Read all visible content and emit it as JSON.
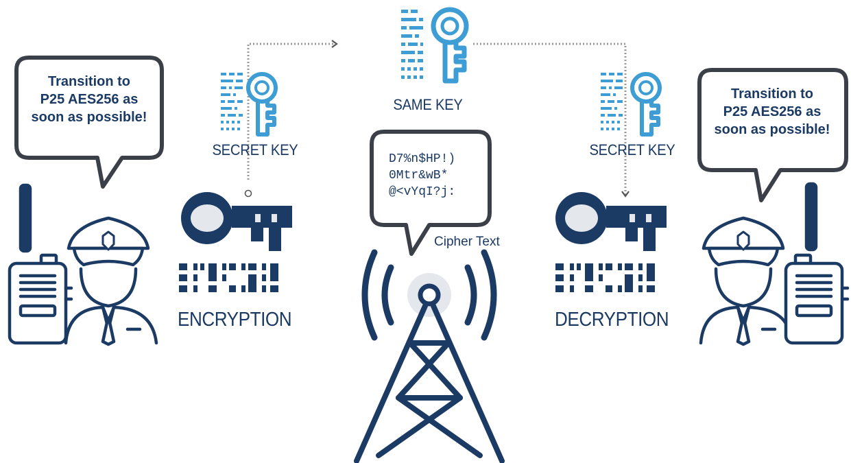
{
  "left_officer": {
    "speech": [
      "Transition to",
      "P25 AES256 as",
      "soon as possible!"
    ]
  },
  "right_officer": {
    "speech": [
      "Transition to",
      "P25 AES256 as",
      "soon as possible!"
    ]
  },
  "encryption": {
    "key_label": "SECRET KEY",
    "label": "ENCRYPTION"
  },
  "decryption": {
    "key_label": "SECRET KEY",
    "label": "DECRYPTION"
  },
  "shared_key": {
    "label": "SAME KEY"
  },
  "tower": {
    "cipher_lines": [
      "D7%n$HP!)",
      "0Mtr&wB*",
      "@<vYqI?j:"
    ],
    "caption": "Cipher Text"
  },
  "colors": {
    "navy": "#1b3a64",
    "light_blue": "#3d9dd4",
    "pale": "#e4e7ec",
    "connector": "#9a9a9a"
  }
}
